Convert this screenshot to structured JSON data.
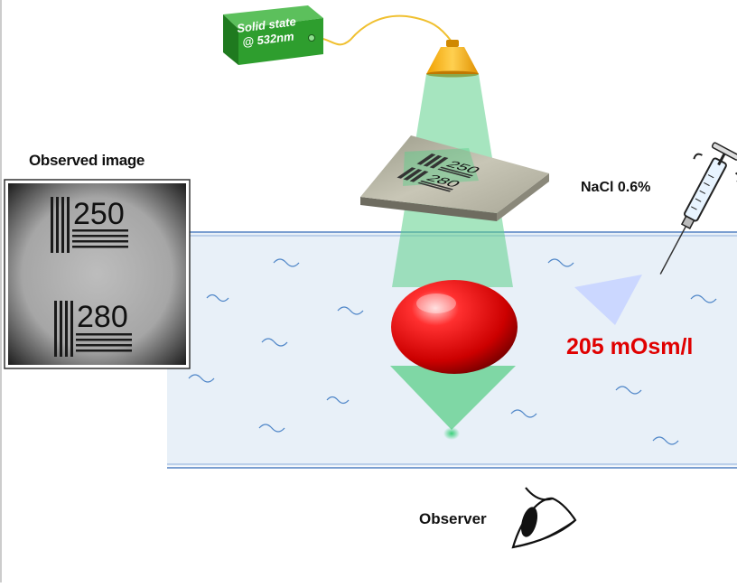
{
  "laser": {
    "line1": "Solid state",
    "line2": "@ 532nm"
  },
  "observed_image": {
    "label": "Observed image",
    "top_number": "250",
    "bottom_number": "280"
  },
  "target": {
    "top_number": "250",
    "bottom_number": "280"
  },
  "syringe": {
    "label": "NaCl 0.6%"
  },
  "osmolarity": {
    "label": "205 mOsm/l"
  },
  "observer": {
    "label": "Observer"
  },
  "colors": {
    "laser_box": "#2e9e2e",
    "beam": "#5ccf8a",
    "droplet": "#e01010",
    "osmolarity_text": "#e00000",
    "water": "#e8f0f8",
    "wave": "#4f86c8"
  }
}
